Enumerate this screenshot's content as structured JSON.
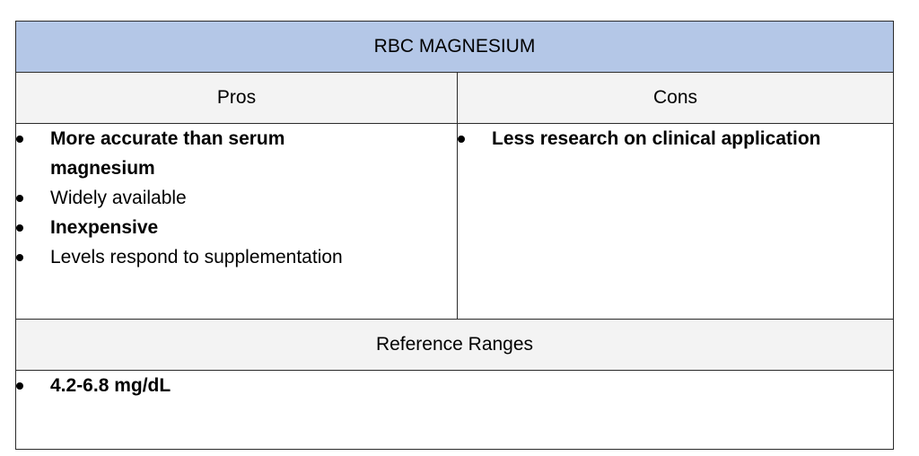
{
  "table": {
    "title": "RBC MAGNESIUM",
    "title_bg": "#b4c7e7",
    "header_bg": "#f3f3f3",
    "pros_header": "Pros",
    "cons_header": "Cons",
    "pros": [
      {
        "text": "More accurate than serum magnesium",
        "bold": true
      },
      {
        "text": "Widely available",
        "bold": false
      },
      {
        "text": "Inexpensive",
        "bold": true
      },
      {
        "text": "Levels respond to supplementation",
        "bold": false
      }
    ],
    "cons": [
      {
        "text": "Less research on clinical application",
        "bold": true
      }
    ],
    "reference_header": "Reference Ranges",
    "reference": [
      {
        "text": "4.2-6.8 mg/dL",
        "bold": true
      }
    ]
  }
}
